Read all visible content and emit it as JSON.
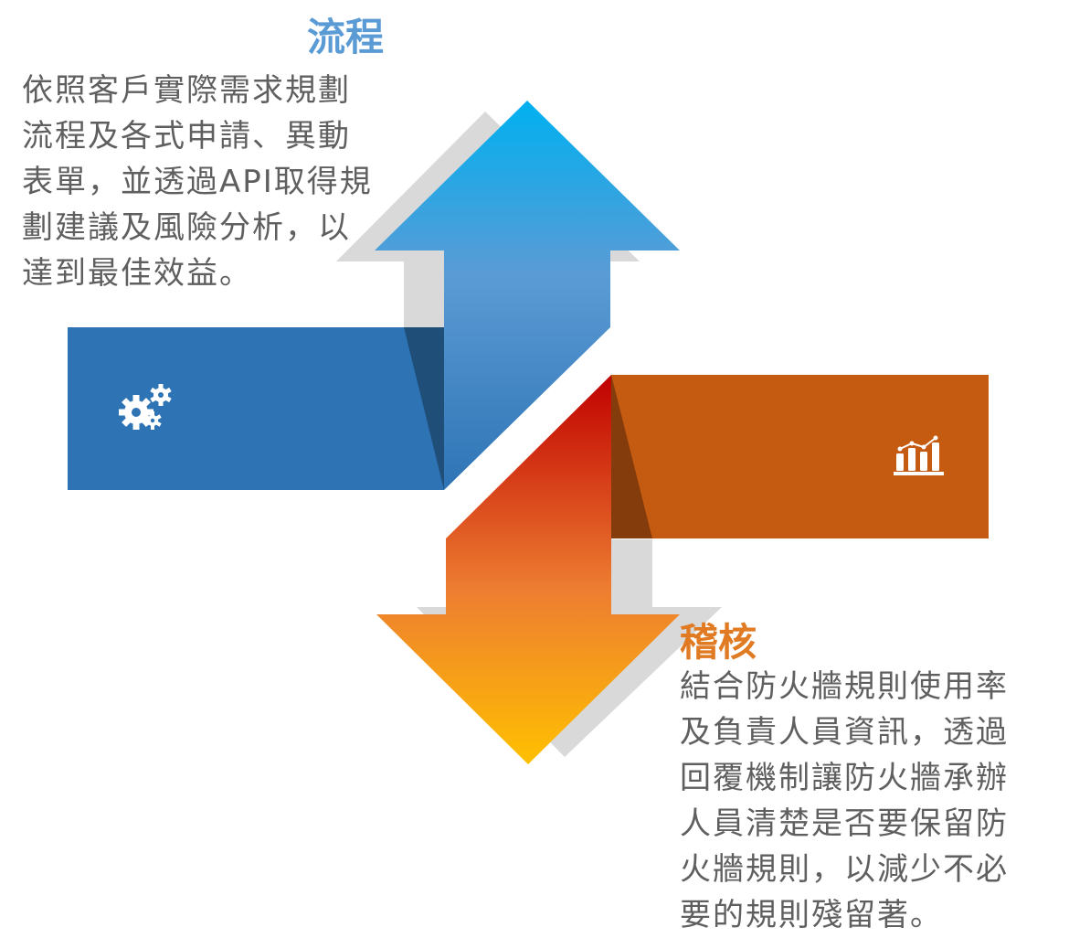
{
  "process": {
    "title": "流程",
    "color": "#5b9bd5",
    "description_lines": [
      "依照客戶實際需求規劃",
      "流程及各式申請、異動",
      "表單，並透過API取得規",
      "劃建議及風險分析，以",
      "達到最佳效益。"
    ],
    "icon": "gears-icon",
    "bar_color": "#2e74b5"
  },
  "audit": {
    "title": "稽核",
    "color": "#e07a23",
    "description_lines": [
      "結合防火牆規則使用率",
      "及負責人員資訊，透過",
      "回覆機制讓防火牆承辦",
      "人員清楚是否要保留防",
      "火牆規則，以減少不必",
      "要的規則殘留著。"
    ],
    "icon": "bar-chart-icon",
    "bar_color": "#c55a11"
  },
  "arrow_up_gradient": [
    "#00b0f0",
    "#5b9bd5",
    "#2e74b5"
  ],
  "arrow_down_gradient": [
    "#c00000",
    "#ed7d31",
    "#ffc000"
  ],
  "shadow_color": "#d9d9d9"
}
